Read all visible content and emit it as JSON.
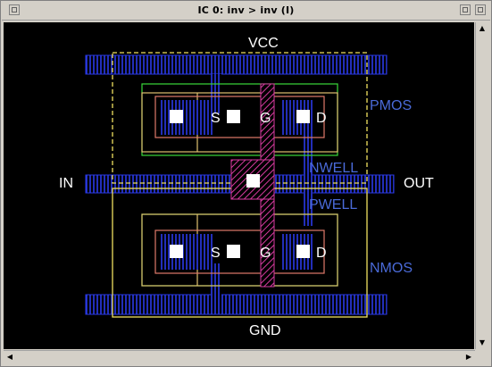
{
  "window": {
    "title": "IC 0:   inv > inv  (I)"
  },
  "labels": {
    "vcc": "VCC",
    "gnd": "GND",
    "in": "IN",
    "out": "OUT",
    "pmos": "PMOS",
    "nmos": "NMOS",
    "nwell": "NWELL",
    "pwell": "PWELL",
    "pmos_s": "S",
    "pmos_g": "G",
    "pmos_d": "D",
    "nmos_s": "S",
    "nmos_g": "G",
    "nmos_d": "D"
  },
  "colors": {
    "canvas_bg": "#000000",
    "label_white": "#ffffff",
    "label_blue": "#4a6ad8",
    "metal": "#2a3ae8",
    "poly": "#d83aa0",
    "active": "#3ad83a",
    "diffusion": "#e0c070",
    "select": "#e07a6a",
    "well_outline": "#f0e060"
  },
  "icons": {
    "window_menu": "window-menu-icon",
    "minimize": "minimize-icon",
    "maximize": "maximize-icon",
    "scroll_up": "arrow-up-icon",
    "scroll_down": "arrow-down-icon",
    "scroll_left": "arrow-left-icon",
    "scroll_right": "arrow-right-icon"
  }
}
